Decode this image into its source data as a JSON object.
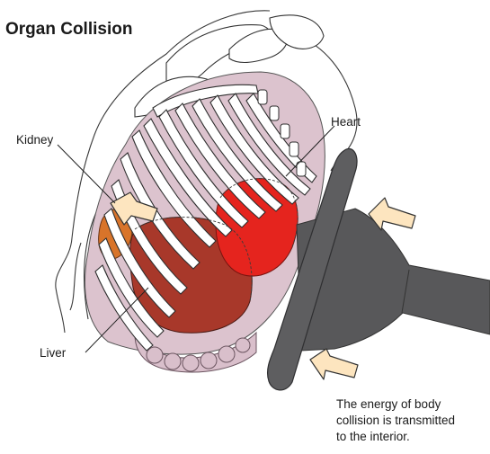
{
  "title": "Organ Collision",
  "labels": {
    "kidney": "Kidney",
    "heart": "Heart",
    "liver": "Liver"
  },
  "caption": {
    "line1": "The energy of body",
    "line2": "collision is transmitted",
    "line3": "to the interior."
  },
  "colors": {
    "heart": "#e5241e",
    "liver": "#a8382a",
    "kidney": "#d8742a",
    "body": "#dcc3ce",
    "rib": "#ffffff",
    "impactor": "#58585a",
    "arrow": "#fde5bf"
  }
}
